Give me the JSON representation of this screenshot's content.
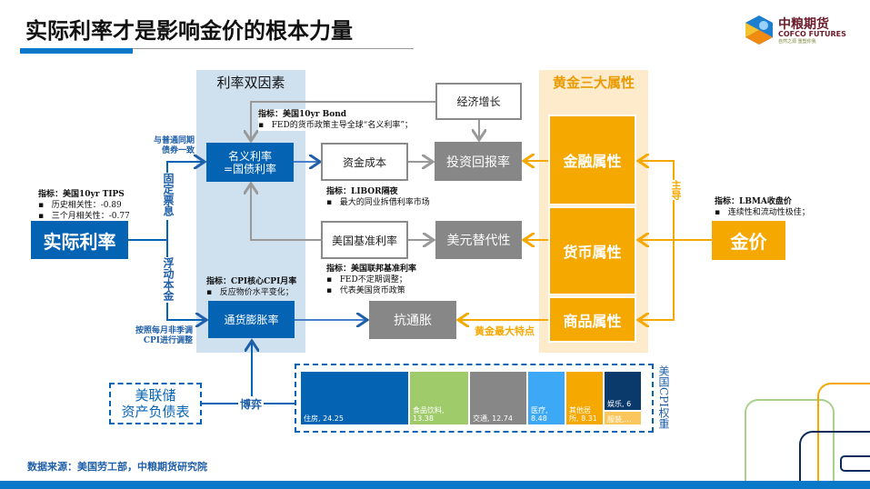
{
  "title": "实际利率才是影响金价的根本力量",
  "logo": {
    "cn": "中粮期货",
    "en": "COFCO FUTURES",
    "slogan": "自然之源 重塑你我"
  },
  "panels": {
    "rate": "利率双因素",
    "gold": "黄金三大属性"
  },
  "nodes": {
    "real_rate": "实际利率",
    "nominal_rate_1": "名义利率",
    "nominal_rate_2": "=国债利率",
    "inflation": "通货膨胀率",
    "fund_cost": "资金成本",
    "us_base_rate": "美国基准利率",
    "econ_growth": "经济增长",
    "invest_return": "投资回报率",
    "usd_sub": "美元替代性",
    "anti_inflation": "抗通胀",
    "financial": "金融属性",
    "currency": "货币属性",
    "commodity": "商品属性",
    "gold_price": "金价",
    "fed_bs_1": "美联储",
    "fed_bs_2": "资产负债表"
  },
  "labels": {
    "fixed": "固定票息",
    "floating": "浮动本金",
    "same_bond_1": "与普通同期",
    "same_bond_2": "债券一致",
    "cpi_adj_1": "按照每月非季调",
    "cpi_adj_2": "CPI进行调整",
    "game": "博弈",
    "lead": "主导",
    "gold_feature": "黄金最大特点",
    "cpi_weight": "美国CPI权重"
  },
  "notes": {
    "tips": {
      "title": "指标：美国10yr TIPS",
      "items": [
        "历史相关性：-0.89",
        "三个月相关性：-0.77"
      ]
    },
    "bond": {
      "title": "指标：美国10yr Bond",
      "items": [
        "FED的货币政策主导全球“名义利率”；"
      ]
    },
    "libor": {
      "title": "指标：LIBOR隔夜",
      "items": [
        "最大的同业拆借利率市场"
      ]
    },
    "fed": {
      "title": "指标：美国联邦基准利率",
      "items": [
        "FED不定期调整；",
        "代表美国货币政策"
      ]
    },
    "cpi": {
      "title": "指标：CPI核心CPI月率",
      "items": [
        "反应物价水平变化；"
      ]
    },
    "lbma": {
      "title": "指标：LBMA收盘价",
      "items": [
        "连续性和流动性极佳；"
      ]
    }
  },
  "chart_data": {
    "type": "treemap",
    "title": "美国CPI权重",
    "categories": [
      "住房",
      "食品饮料",
      "交通",
      "医疗",
      "其他居所",
      "娱乐",
      "服装"
    ],
    "values": [
      24.25,
      13.38,
      12.74,
      8.48,
      8.31,
      6,
      null
    ],
    "labels": [
      "住房, 24.25",
      "食品饮料, 13.38",
      "交通, 12.74",
      "医疗, 8.48",
      "其他居所, 8.31",
      "娱乐, 6",
      "服装,…"
    ],
    "colors": [
      "#0563b3",
      "#9fcb6b",
      "#878787",
      "#3da8f5",
      "#f5a800",
      "#0a3a6b",
      "#fbc65c"
    ]
  },
  "source": "数据来源：美国劳工部，中粮期货研究院"
}
